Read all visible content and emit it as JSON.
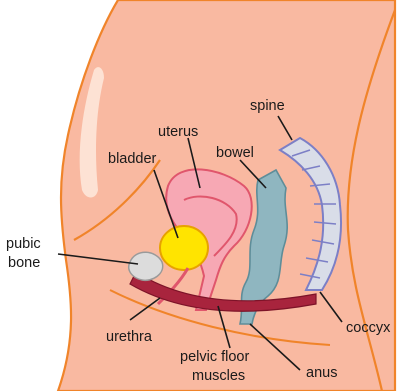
{
  "labels": {
    "spine": "spine",
    "uterus": "uterus",
    "bowel": "bowel",
    "bladder": "bladder",
    "pubic_bone_line1": "pubic",
    "pubic_bone_line2": "bone",
    "urethra": "urethra",
    "coccyx": "coccyx",
    "pelvic_floor_line1": "pelvic floor",
    "pelvic_floor_line2": "muscles",
    "anus": "anus"
  },
  "colors": {
    "skin": "#f9b9a1",
    "outline": "#f0842a",
    "uterus": "#f7a8b4",
    "uterus_outline": "#e0566c",
    "bladder": "#ffe400",
    "bladder_outline": "#e7a200",
    "bowel": "#8fb6c0",
    "bowel_outline": "#5e8d99",
    "spine": "#d9dde8",
    "spine_outline": "#7c7fc6",
    "pelvic_floor": "#a8243d",
    "pubic_bone": "#dcdcdc",
    "highlight": "#fde2d4"
  }
}
